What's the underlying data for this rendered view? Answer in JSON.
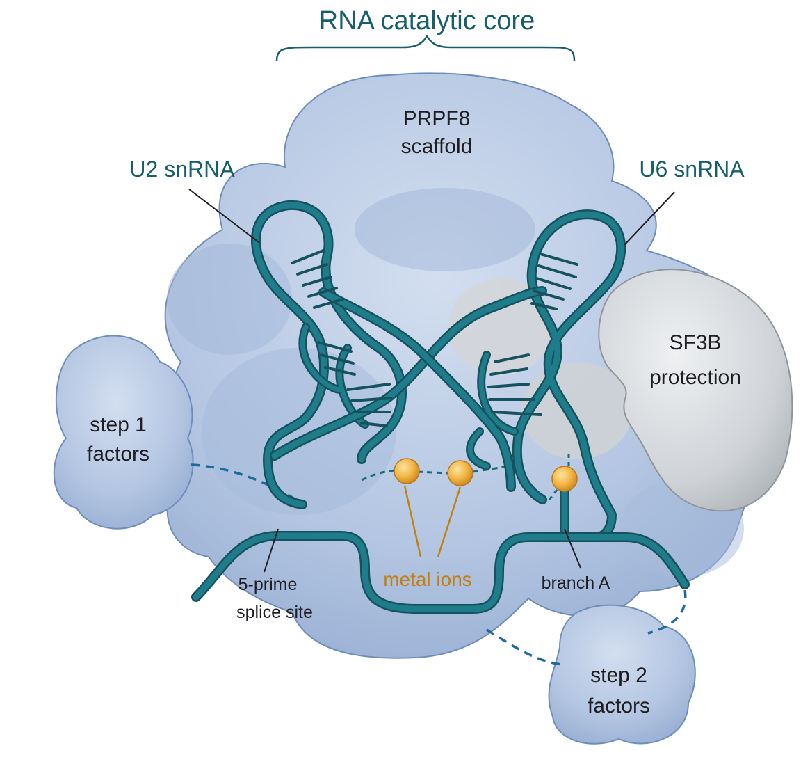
{
  "title": "RNA catalytic core",
  "labels": {
    "prpf8_line1": "PRPF8",
    "prpf8_line2": "scaffold",
    "u2": "U2 snRNA",
    "u6": "U6 snRNA",
    "sf3b_line1": "SF3B",
    "sf3b_line2": "protection",
    "step1_line1": "step 1",
    "step1_line2": "factors",
    "step2_line1": "step 2",
    "step2_line2": "factors",
    "five_prime_line1": "5-prime",
    "five_prime_line2": "splice site",
    "metal_ions": "metal ions",
    "branch_a": "branch A"
  },
  "colors": {
    "protein_blue": "#a9bedd",
    "protein_outline": "#5f7fae",
    "sf3b_gray": "#c4c8cc",
    "rna_teal": "#1a6a78",
    "ion_orange": "#f0b040",
    "label_teal": "#175f6a",
    "label_orange": "#c27f12"
  }
}
